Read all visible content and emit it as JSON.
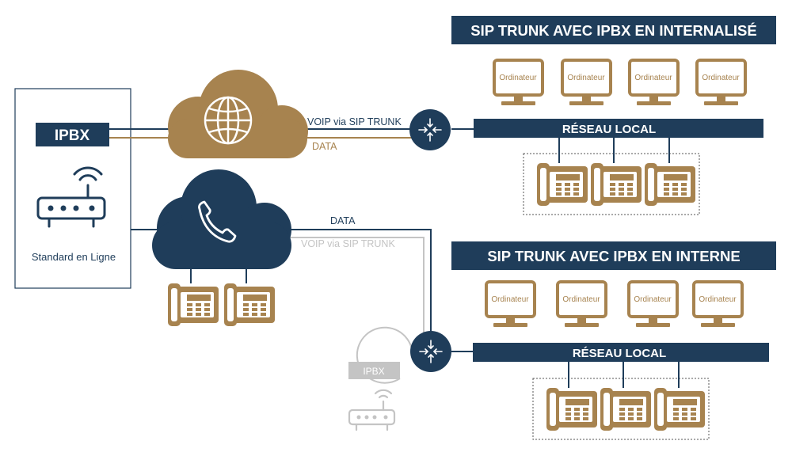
{
  "colors": {
    "navy": "#1f3d5a",
    "gold": "#a7834f",
    "gray": "#c4c4c4",
    "white": "#ffffff"
  },
  "left_panel": {
    "ipbx_label": "IPBX",
    "standard_label": "Standard en Ligne",
    "router_icon": "wifi-router-icon"
  },
  "clouds": {
    "top_icon": "globe-icon",
    "bottom_icon": "phone-handset-icon"
  },
  "links": {
    "top_voip": "VOIP via SIP TRUNK",
    "top_data": "DATA",
    "bottom_data": "DATA",
    "bottom_voip": "VOIP via SIP TRUNK"
  },
  "sections": [
    {
      "title": "SIP TRUNK AVEC IPBX EN INTERNALISÉ",
      "network_label": "RÉSEAU LOCAL",
      "computers": [
        "Ordinateur",
        "Ordinateur",
        "Ordinateur",
        "Ordinateur"
      ]
    },
    {
      "title": "SIP TRUNK AVEC IPBX EN INTERNE",
      "network_label": "RÉSEAU LOCAL",
      "computers": [
        "Ordinateur",
        "Ordinateur",
        "Ordinateur",
        "Ordinateur"
      ]
    }
  ],
  "local_ipbx": {
    "label": "IPBX"
  }
}
